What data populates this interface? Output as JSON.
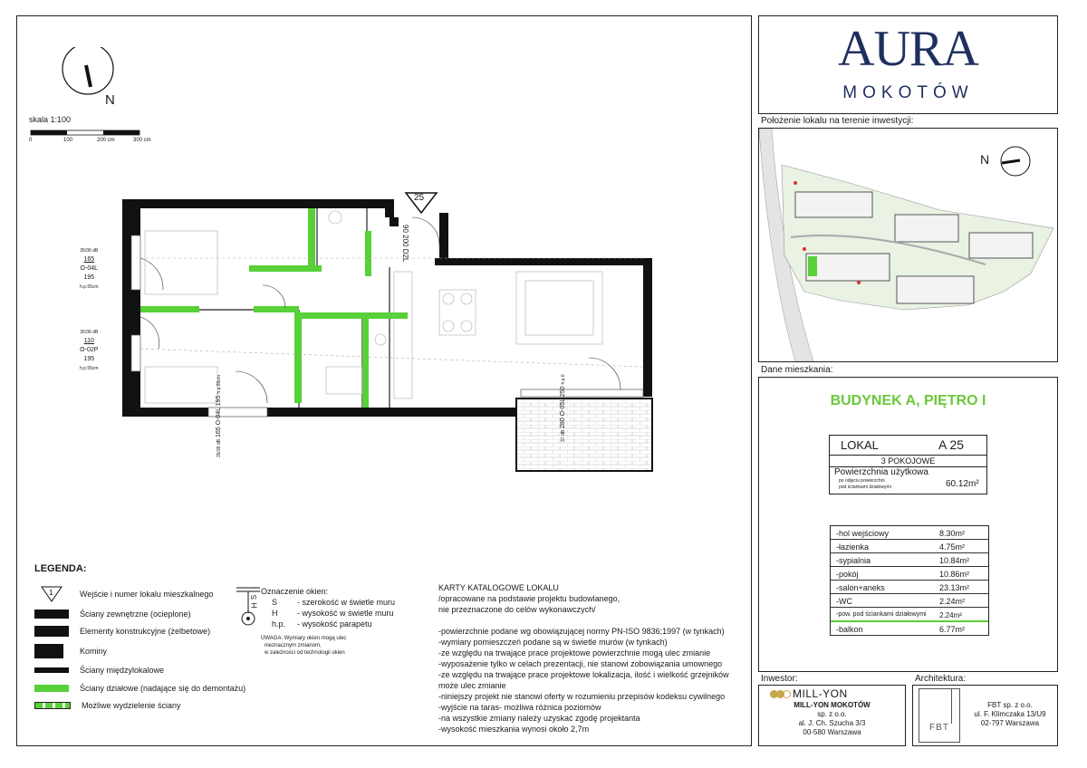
{
  "brand": {
    "name": "AURA",
    "sub": "MOKOTÓW"
  },
  "plan": {
    "north": "N",
    "scale_label": "skala 1:100",
    "scale_ticks": [
      "0",
      "100",
      "200 cm",
      "300 cm"
    ],
    "entry_number": "25",
    "windows": {
      "w1": {
        "db": "35/36 dB",
        "top": "165",
        "code": "O-04L",
        "bottom": "195",
        "hp": "h.p.55cm"
      },
      "w2": {
        "db": "35/36 dB",
        "top": "110",
        "code": "O-02P",
        "bottom": "195",
        "hp": "h.p.55cm"
      },
      "w3": {
        "db": "35/36 dB",
        "top": "165",
        "code": "O-04L",
        "bottom": "195",
        "hp": "h.p.55cm"
      },
      "w4": {
        "db": "37 dB",
        "top": "280",
        "code": "O-05L",
        "bottom": "250",
        "hp": "h.p.0"
      },
      "door": {
        "top": "90",
        "bottom": "200",
        "code": "D2L"
      }
    }
  },
  "location": {
    "heading": "Położenie lokalu na terenie inwestycji:",
    "north": "N"
  },
  "apartment": {
    "heading": "Dane mieszkania:",
    "building": "BUDYNEK A, PIĘTRO I",
    "lokal_label": "LOKAL",
    "lokal_number": "A 25",
    "rooms": "3 POKOJOWE",
    "usable_label": "Powierzchnia użytkowa",
    "usable_note1": "po odjęciu powierzchni",
    "usable_note2": "pod ściankami działowymi",
    "usable_value": "60.12m²",
    "areas": [
      {
        "name": "-hol wejściowy",
        "value": "8.30m²"
      },
      {
        "name": "-łazienka",
        "value": "4.75m²"
      },
      {
        "name": "-sypialnia",
        "value": "10.84m²"
      },
      {
        "name": "-pokój",
        "value": "10.86m²"
      },
      {
        "name": "-salon+aneks",
        "value": "23.13m²"
      },
      {
        "name": "-WC",
        "value": "2.24m²"
      }
    ],
    "partition_area": {
      "name": "-pow. pod ściankami działowymi",
      "value": "2.24m²"
    },
    "balcony": {
      "name": "-balkon",
      "value": "6.77m²"
    }
  },
  "legend": {
    "title": "LEGENDA:",
    "items": [
      {
        "symbol": "1",
        "text": "Wejście i numer lokalu mieszkalnego"
      },
      {
        "text": "Ściany zewnętrzne (ocieplone)"
      },
      {
        "text": "Elementy konstrukcyjne (żelbetowe)"
      },
      {
        "text": "Kominy"
      },
      {
        "text": "Ściany międzylokalowe"
      },
      {
        "text": "Ściany działowe (nadające się do demontażu)"
      },
      {
        "text": "Możliwe wydzielenie ściany"
      }
    ]
  },
  "window_legend": {
    "title": "Oznaczenie okien:",
    "rows": [
      {
        "k": "S",
        "v": "- szerokość w świetle muru"
      },
      {
        "k": "H",
        "v": "- wysokość w świetle muru"
      },
      {
        "k": "h.p.",
        "v": "- wysokość parapetu"
      }
    ],
    "note1": "UWAGA: Wymiary okien mogą ulec",
    "note2": "nieznacznym zmianom,",
    "note3": "w zależności od technologii okien",
    "sym_s": "S",
    "sym_h": "H"
  },
  "notes": {
    "title": "KARTY KATALOGOWE LOKALU",
    "lines": [
      "/opracowane na podstawie projektu budowlanego,",
      "nie przeznaczone do celów wykonawczych/",
      "",
      "-powierzchnie podane wg obowiązującej normy PN-ISO 9836;1997 (w tynkach)",
      "-wymiary pomieszczeń podane są w świetle murów (w tynkach)",
      "-ze względu na trwające prace projektowe powierzchnie mogą ulec zmianie",
      "-wyposażenie tylko w celach prezentacji, nie stanowi zobowiązania umownego",
      "-ze względu na trwające prace projektowe lokalizacja, ilość i wielkość grzejników",
      "może ulec zmianie",
      "-niniejszy projekt nie stanowi oferty w rozumieniu przepisów kodeksu cywilnego",
      "-wyjście na taras- możliwa różnica poziomów",
      "-na wszystkie zmiany należy uzyskać zgodę projektanta",
      "-wysokość mieszkania wynosi około 2,7m"
    ]
  },
  "investor": {
    "heading": "Inwestor:",
    "logo_text": "MILL-YON",
    "name": "MILL-YON MOKOTÓW",
    "line2": "sp. z o.o.",
    "line3": "al. J. Ch. Szucha 3/3",
    "line4": "00-580 Warszawa"
  },
  "architect": {
    "heading": "Architektura:",
    "logo_text": "FBT",
    "name": "FBT sp. z o.o.",
    "line2": "ul. F. Klimczaka 13/U9",
    "line3": "02-797 Warszawa"
  },
  "colors": {
    "green": "#58d038",
    "brand": "#1f2f5e",
    "heading_green": "#6cc83a"
  }
}
